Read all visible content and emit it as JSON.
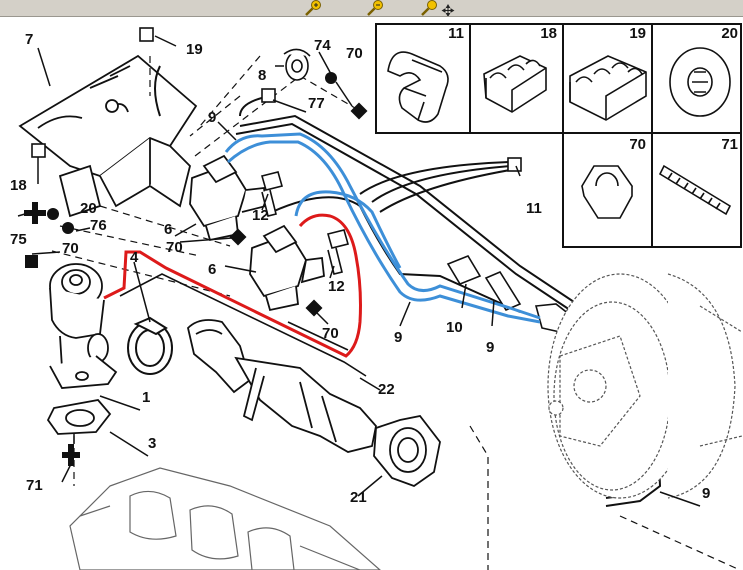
{
  "toolbar": {
    "tools": [
      {
        "name": "zoom-in-icon"
      },
      {
        "name": "zoom-out-icon"
      },
      {
        "name": "pan-zoom-icon"
      }
    ]
  },
  "callouts": {
    "c7": "7",
    "c19": "19",
    "c74": "74",
    "c70a": "70",
    "c8": "8",
    "c77": "77",
    "c9a": "9",
    "c18": "18",
    "c20": "20",
    "c76": "76",
    "c75": "75",
    "c70b": "70",
    "c6a": "6",
    "c12a": "12",
    "c70c": "70",
    "c6b": "6",
    "c12b": "12",
    "c4": "4",
    "c70d": "70",
    "c11": "11",
    "c9b": "9",
    "c10": "10",
    "c9c": "9",
    "c22": "22",
    "c1": "1",
    "c3": "3",
    "c71": "71",
    "c21": "21",
    "c9d": "9"
  },
  "parts_table": {
    "top_row": [
      "11",
      "18",
      "19",
      "20"
    ],
    "bottom_row": [
      "70",
      "71"
    ]
  },
  "colors": {
    "hose_highlight_blue": "#3d8fd8",
    "hose_highlight_red": "#dd1a1a",
    "line": "#111111",
    "toolbar": "#d4d0c8",
    "icon_yellow": "#f2c100"
  }
}
